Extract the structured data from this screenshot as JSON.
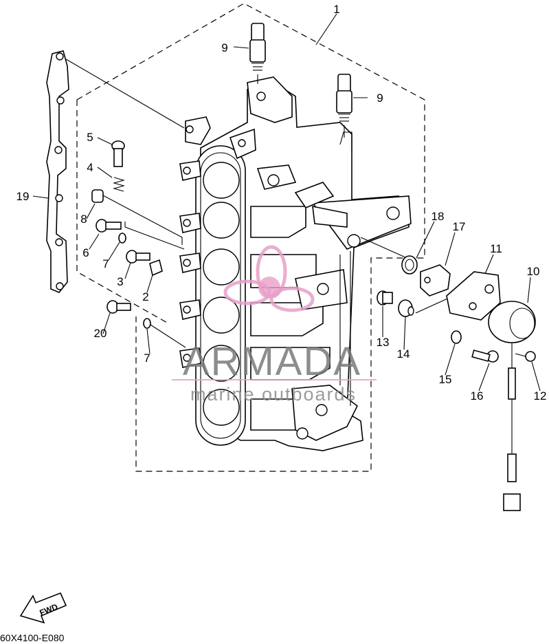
{
  "diagram": {
    "drawing_code": "60X4100-E080",
    "fwd_label": "FWD",
    "callouts": [
      {
        "id": "c1",
        "text": "1"
      },
      {
        "id": "c9a",
        "text": "9"
      },
      {
        "id": "c9b",
        "text": "9"
      },
      {
        "id": "c5",
        "text": "5"
      },
      {
        "id": "c4",
        "text": "4"
      },
      {
        "id": "c19",
        "text": "19"
      },
      {
        "id": "c8",
        "text": "8"
      },
      {
        "id": "c6",
        "text": "6"
      },
      {
        "id": "c7a",
        "text": "7"
      },
      {
        "id": "c3",
        "text": "3"
      },
      {
        "id": "c2",
        "text": "2"
      },
      {
        "id": "c20",
        "text": "20"
      },
      {
        "id": "c7b",
        "text": "7"
      },
      {
        "id": "c18",
        "text": "18"
      },
      {
        "id": "c17",
        "text": "17"
      },
      {
        "id": "c11",
        "text": "11"
      },
      {
        "id": "c10",
        "text": "10"
      },
      {
        "id": "c13",
        "text": "13"
      },
      {
        "id": "c14",
        "text": "14"
      },
      {
        "id": "c15",
        "text": "15"
      },
      {
        "id": "c16",
        "text": "16"
      },
      {
        "id": "c12",
        "text": "12"
      }
    ],
    "watermark": {
      "brand": "ARMADA",
      "tagline": "marine outboards",
      "accent_color": "#e8a0c8",
      "text_color": "#7a7a7a"
    }
  }
}
